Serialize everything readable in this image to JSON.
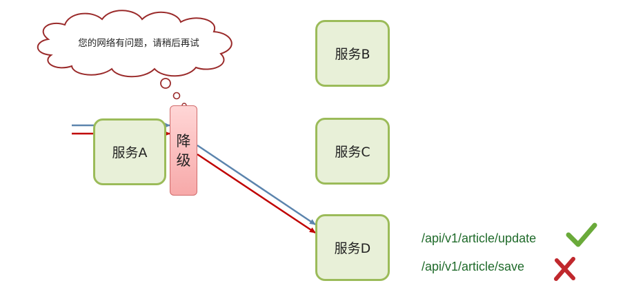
{
  "cloud": {
    "message": "您的网络有问题，请稍后再试"
  },
  "services": {
    "a": "服务A",
    "b": "服务B",
    "c": "服务C",
    "d": "服务D"
  },
  "degrade": {
    "label": "降级"
  },
  "apis": [
    {
      "path": "/api/v1/article/update",
      "status": "success",
      "icon": "check-icon"
    },
    {
      "path": "/api/v1/article/save",
      "status": "failure",
      "icon": "cross-icon"
    }
  ],
  "colors": {
    "box_fill": "#e8f0d8",
    "box_border": "#9bbb59",
    "blue_arrow": "#5b84ad",
    "red_arrow": "#c00000",
    "degrade_fill": "#f7a9a9",
    "api_text": "#1f6a2a",
    "check": "#6aaa3a",
    "cross": "#c0282d"
  }
}
